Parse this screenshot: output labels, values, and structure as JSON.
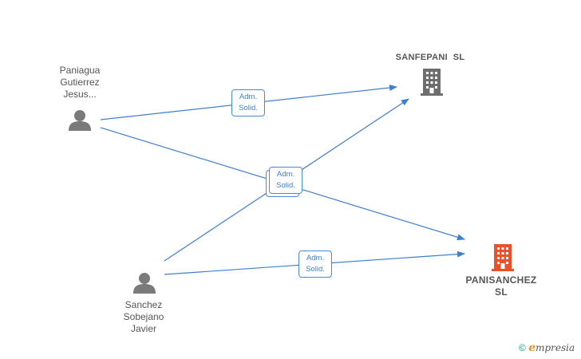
{
  "nodes": {
    "person1": {
      "lines": [
        "Paniagua",
        "Gutierrez",
        "Jesus..."
      ]
    },
    "person2": {
      "lines": [
        "Sanchez",
        "Sobejano",
        "Javier"
      ]
    },
    "company1": {
      "lines": [
        "SANFEPANI  SL"
      ],
      "color": "#6e6e6e"
    },
    "company2": {
      "lines": [
        "PANISANCHEZ",
        "SL"
      ],
      "color": "#e8522a"
    }
  },
  "edges": [
    {
      "label": [
        "Adm.",
        "Solid."
      ]
    },
    {
      "label": [
        "Adm.",
        "Solid."
      ]
    },
    {
      "label": [
        "Adm.",
        "Solid."
      ]
    }
  ],
  "colors": {
    "edge": "#3f7fcc",
    "person": "#7a7a7a"
  },
  "footer": {
    "copyright": "©",
    "brand_initial": "e",
    "brand_rest": "mpresia"
  }
}
